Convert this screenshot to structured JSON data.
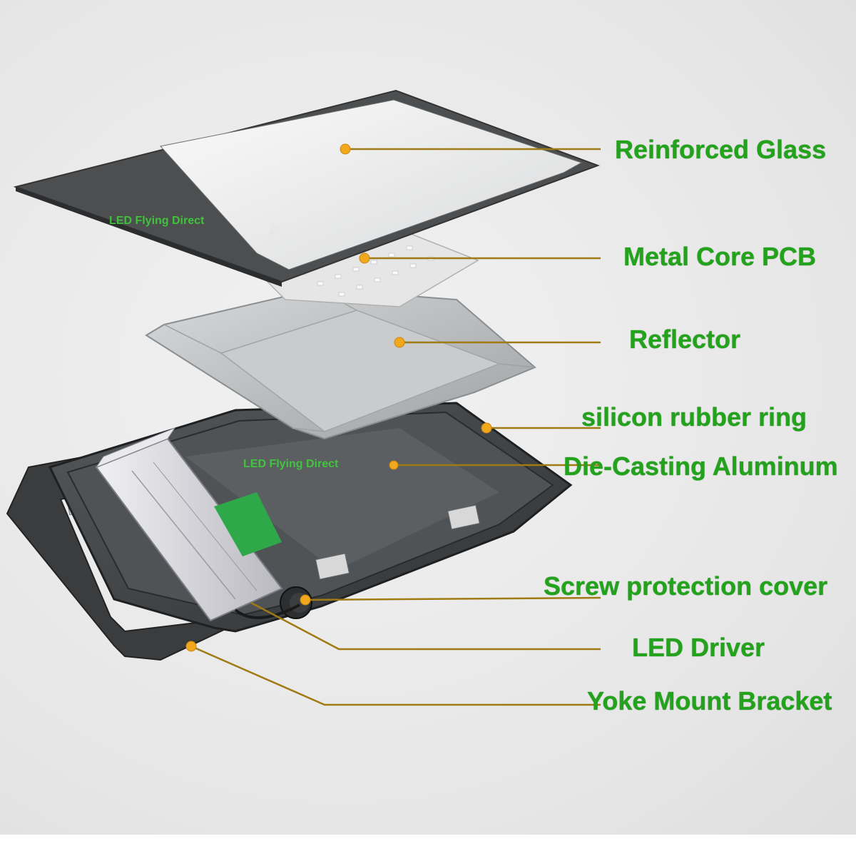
{
  "callouts": [
    {
      "id": "reinforced-glass",
      "label": "Reinforced Glass"
    },
    {
      "id": "metal-core-pcb",
      "label": "Metal Core PCB"
    },
    {
      "id": "reflector",
      "label": "Reflector"
    },
    {
      "id": "silicon-rubber-ring",
      "label": "silicon rubber ring"
    },
    {
      "id": "die-casting-aluminum",
      "label": "Die-Casting Aluminum"
    },
    {
      "id": "screw-protection-cover",
      "label": "Screw protection cover"
    },
    {
      "id": "led-driver",
      "label": "LED Driver"
    },
    {
      "id": "yoke-mount-bracket",
      "label": "Yoke Mount Bracket"
    }
  ],
  "watermarks": {
    "glass": "LED Flying Direct",
    "housing": "LED Flying Direct"
  },
  "glass_marking": "IP65",
  "colors": {
    "label_green": "#23a31c",
    "leader_line": "#a07a12",
    "dot": "#f2a81d",
    "housing": "#3f4244",
    "glass_frame": "#4a4c4e",
    "reflector": "#bfc2c4",
    "pcb": "#e4e4e4",
    "driver_case": "#d8d8dc"
  }
}
